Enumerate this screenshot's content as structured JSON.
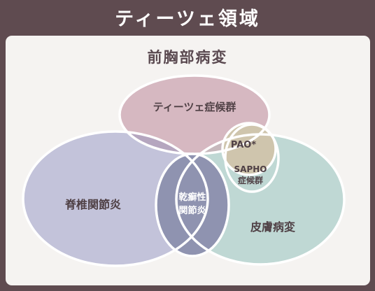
{
  "header": {
    "title": "ティーツェ領域"
  },
  "diagram": {
    "heading": "前胸部病変",
    "sets": [
      {
        "id": "tietze",
        "label": "ティーツェ症候群",
        "color": "#d6b8c1"
      },
      {
        "id": "spine",
        "label": "脊椎関節炎",
        "color": "#c3c3da"
      },
      {
        "id": "skin",
        "label": "皮膚病変",
        "color": "#bfd8d4"
      },
      {
        "id": "pao",
        "label": "PAO*",
        "color": "#cfc5ad"
      },
      {
        "id": "sapho",
        "label_line1": "SAPHO",
        "label_line2": "症候群"
      }
    ],
    "overlaps": [
      {
        "id": "psoriatic",
        "label_line1": "乾癬性",
        "label_line2": "関節炎",
        "color": "#8f93b0"
      }
    ]
  }
}
